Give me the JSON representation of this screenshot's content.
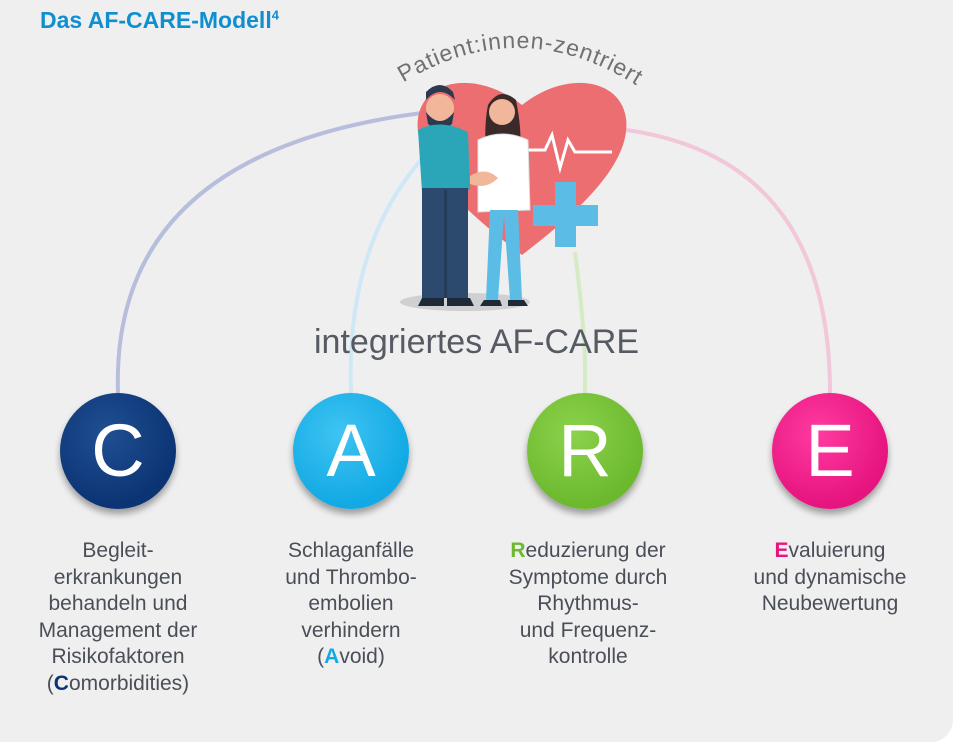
{
  "title": {
    "text": "Das AF-CARE-Modell",
    "sup": "4"
  },
  "arc_text": "Patient:innen-zentriert",
  "center_label": "integriertes AF-CARE",
  "colors": {
    "C": "#0c3474",
    "A": "#12a9e4",
    "R": "#6cb92e",
    "E": "#e6147f",
    "title": "#0f8fcf"
  },
  "illustration": {
    "name": "patient-doctor-heart-illustration"
  },
  "pillars": [
    {
      "letter": "C",
      "lines": [
        [
          "",
          "Begleit-"
        ],
        [
          "",
          "erkrankungen"
        ],
        [
          "",
          "behandeln und"
        ],
        [
          "",
          "Management der"
        ],
        [
          "",
          "Risikofaktoren"
        ],
        [
          "(",
          "C",
          "omorbidities)"
        ]
      ]
    },
    {
      "letter": "A",
      "lines": [
        [
          "",
          "Schlaganfälle"
        ],
        [
          "",
          "und Thrombo-"
        ],
        [
          "",
          "embolien"
        ],
        [
          "",
          "verhindern"
        ],
        [
          "(",
          "A",
          "void)"
        ]
      ]
    },
    {
      "letter": "R",
      "lines": [
        [
          "",
          "R",
          "eduzierung der"
        ],
        [
          "",
          "Symptome durch"
        ],
        [
          "",
          "Rhythmus-"
        ],
        [
          "",
          "und Frequenz-"
        ],
        [
          "",
          "kontrolle"
        ]
      ]
    },
    {
      "letter": "E",
      "lines": [
        [
          "",
          "E",
          "valuierung"
        ],
        [
          "",
          "und dynamische"
        ],
        [
          "",
          "Neubewertung"
        ]
      ]
    }
  ]
}
